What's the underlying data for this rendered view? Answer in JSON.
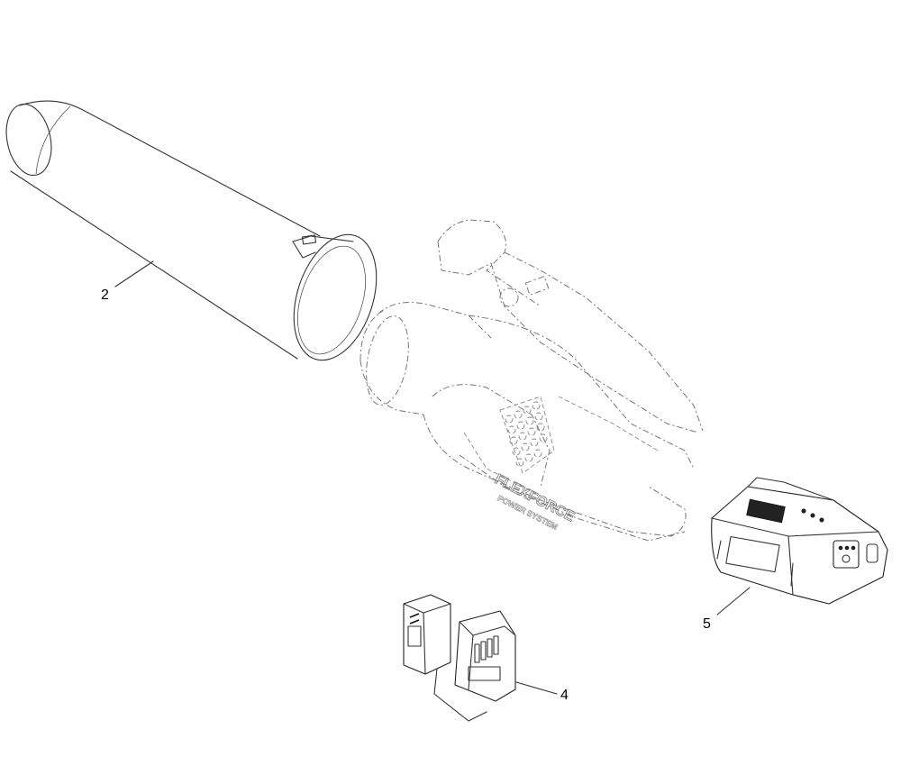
{
  "callouts": [
    {
      "id": "2",
      "label": "2"
    },
    {
      "id": "4",
      "label": "4"
    },
    {
      "id": "5",
      "label": "5"
    }
  ],
  "logo": {
    "brand": "FLEXFORCE",
    "tagline": "POWER SYSTEM"
  }
}
